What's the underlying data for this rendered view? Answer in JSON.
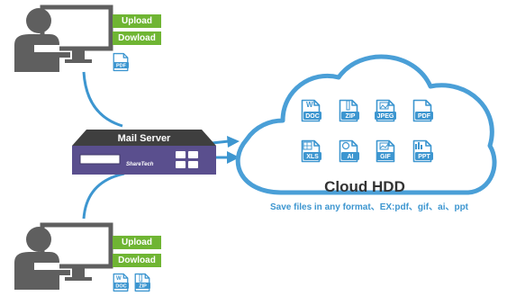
{
  "top_client": {
    "upload_label": "Upload",
    "download_label": "Dowload",
    "files": [
      "PDF"
    ]
  },
  "bottom_client": {
    "upload_label": "Upload",
    "download_label": "Dowload",
    "files": [
      "DOC",
      "ZIP"
    ]
  },
  "server": {
    "title": "Mail Server",
    "brand": "ShareTech"
  },
  "cloud": {
    "title": "Cloud HDD",
    "caption": "Save files in any format、EX:pdf、gif、ai、ppt",
    "files": [
      "DOC",
      "ZIP",
      "JPEG",
      "PDF",
      "XLS",
      "AI",
      "GIF",
      "PPT"
    ]
  },
  "colors": {
    "line_blue": "#3d96d0",
    "cloud_blue": "#4a9fd7",
    "tag_green": "#6fb533",
    "server_purple": "#5a4f8e",
    "user_gray": "#5f5f5f"
  }
}
